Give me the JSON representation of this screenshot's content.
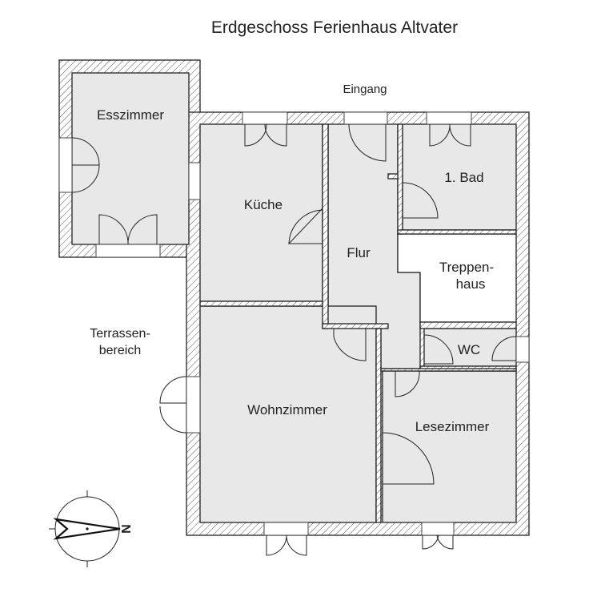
{
  "title": "Erdgeschoss Ferienhaus Altvater",
  "labels": {
    "entrance": "Eingang",
    "terrace_line1": "Terrassen-",
    "terrace_line2": "bereich"
  },
  "rooms": {
    "dining": "Esszimmer",
    "kitchen": "Küche",
    "hall": "Flur",
    "bath": "1. Bad",
    "stair_line1": "Treppen-",
    "stair_line2": "haus",
    "wc": "WC",
    "living": "Wohnzimmer",
    "reading": "Lesezimmer"
  },
  "compass": {
    "north_letter": "N"
  }
}
